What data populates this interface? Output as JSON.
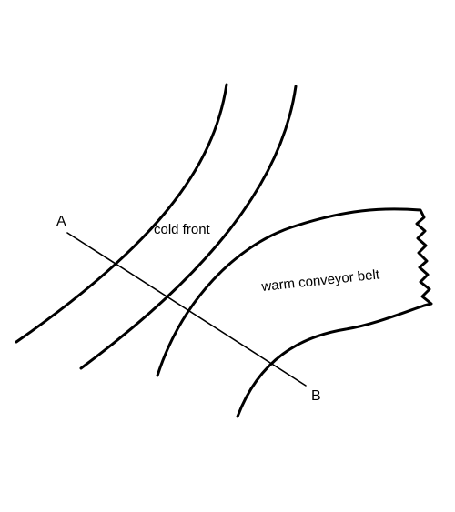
{
  "labels": {
    "cold_front": "cold front",
    "warm_conveyor_belt": "warm conveyor belt",
    "point_a": "A",
    "point_b": "B"
  },
  "colors": {
    "stroke": "#000000",
    "background": "#ffffff"
  }
}
